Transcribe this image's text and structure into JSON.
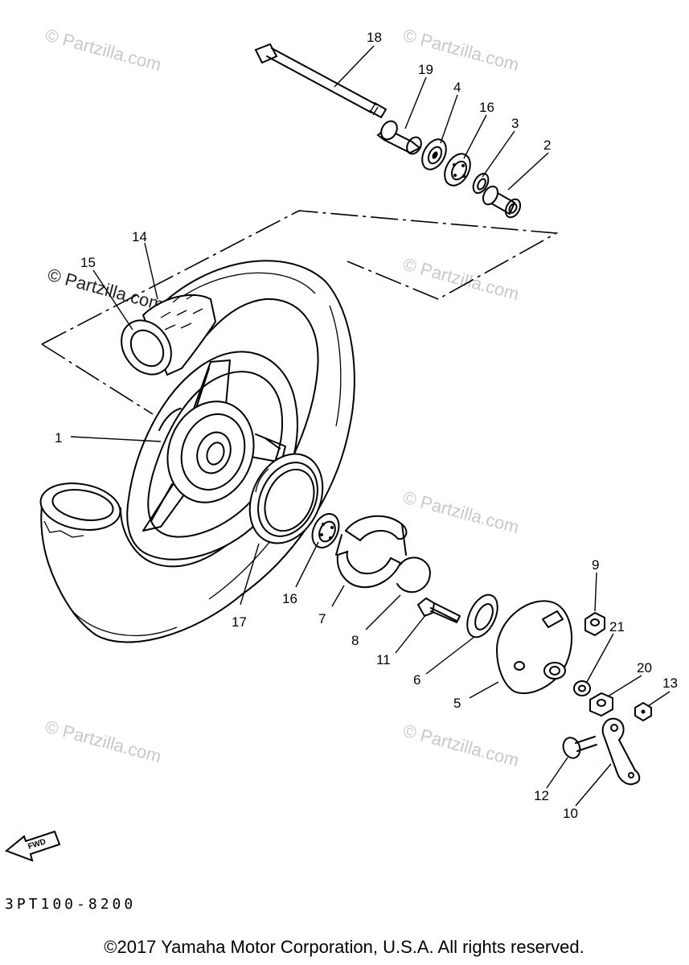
{
  "watermark": "© Partzilla.com",
  "fwd_label": "FWD",
  "diagram_code": "3PT100-8200",
  "copyright": "©2017 Yamaha Motor Corporation, U.S.A. All rights reserved.",
  "callouts": {
    "c1": "1",
    "c2": "2",
    "c3": "3",
    "c4": "4",
    "c5": "5",
    "c6": "6",
    "c7": "7",
    "c8": "8",
    "c9": "9",
    "c10": "10",
    "c11": "11",
    "c12": "12",
    "c13": "13",
    "c14": "14",
    "c15": "15",
    "c16a": "16",
    "c16b": "16",
    "c17": "17",
    "c18": "18",
    "c19": "19",
    "c20": "20",
    "c21": "21"
  }
}
